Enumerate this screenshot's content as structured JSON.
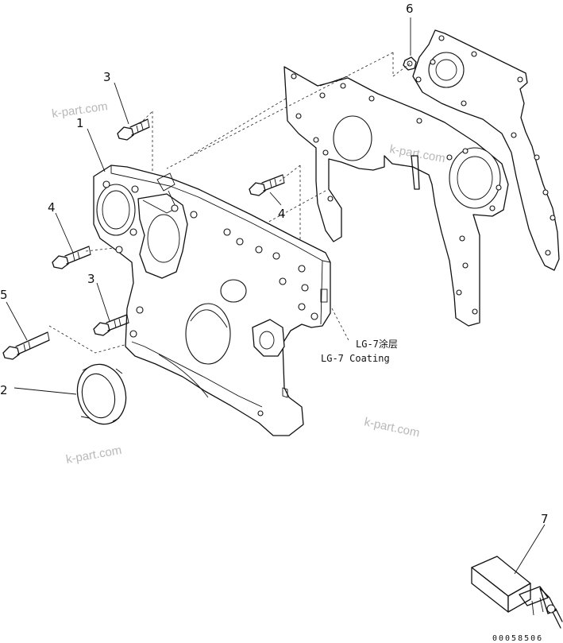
{
  "callouts": [
    "1",
    "2",
    "3",
    "3",
    "4",
    "4",
    "5",
    "6",
    "7"
  ],
  "note": {
    "line1": "LG-7涂层",
    "line2": "LG-7 Coating"
  },
  "watermark": "k-part.com",
  "doc_id": "00058506"
}
